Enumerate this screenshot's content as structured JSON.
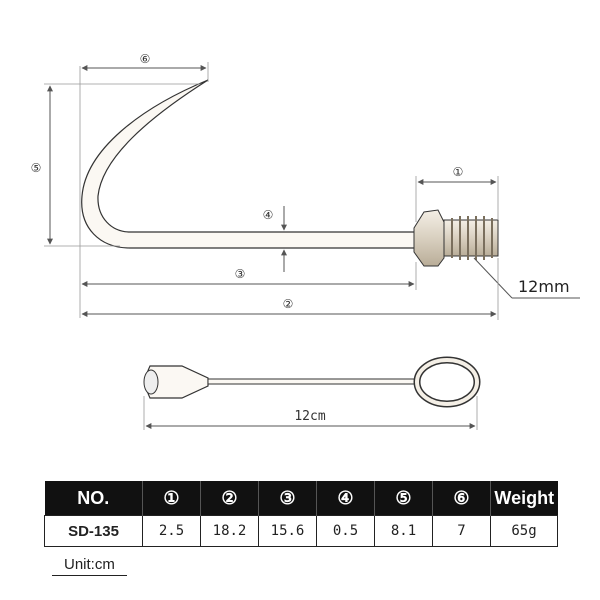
{
  "dimension_markers": {
    "d1": "①",
    "d2": "②",
    "d3": "③",
    "d4": "④",
    "d5": "⑤",
    "d6": "⑥"
  },
  "thread_label": "12mm",
  "gauge_label": "12cm",
  "table": {
    "headers": [
      "NO.",
      "①",
      "②",
      "③",
      "④",
      "⑤",
      "⑥",
      "Weight"
    ],
    "rows": [
      [
        "SD-135",
        "2.5",
        "18.2",
        "15.6",
        "0.5",
        "8.1",
        "7",
        "65g"
      ]
    ]
  },
  "unit_note": "Unit:cm"
}
